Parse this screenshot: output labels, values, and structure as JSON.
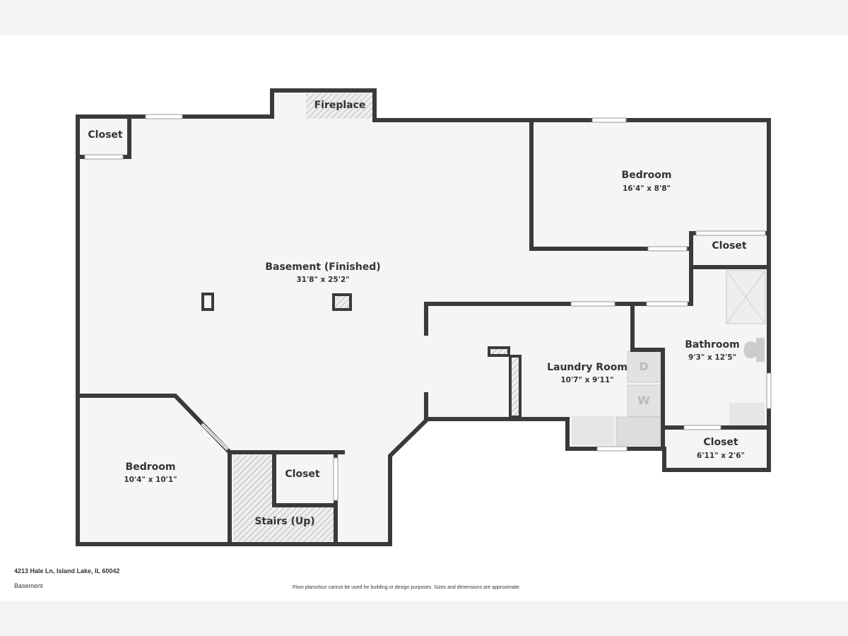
{
  "rooms": {
    "fireplace": {
      "name": "Fireplace"
    },
    "closet_tl": {
      "name": "Closet"
    },
    "bedroom_r": {
      "name": "Bedroom",
      "dim": "16'4\" x 8'8\""
    },
    "closet_r": {
      "name": "Closet"
    },
    "basement": {
      "name": "Basement (Finished)",
      "dim": "31'8\" x 25'2\""
    },
    "bathroom": {
      "name": "Bathroom",
      "dim": "9'3\" x 12'5\""
    },
    "laundry": {
      "name": "Laundry Room",
      "dim": "10'7\" x 9'11\""
    },
    "dryer": {
      "name": "D"
    },
    "washer": {
      "name": "W"
    },
    "closet_bath": {
      "name": "Closet",
      "dim": "6'11\" x 2'6\""
    },
    "bedroom_l": {
      "name": "Bedroom",
      "dim": "10'4\" x 10'1\""
    },
    "closet_stairs": {
      "name": "Closet"
    },
    "stairs": {
      "name": "Stairs (Up)"
    }
  },
  "footer": {
    "address": "4213 Hale Ln, Island Lake, IL 60042",
    "level": "Basement",
    "disclaimer": "Floor plans/tour cannot be used for building or design purposes. Sizes and dimensions are approximate."
  }
}
